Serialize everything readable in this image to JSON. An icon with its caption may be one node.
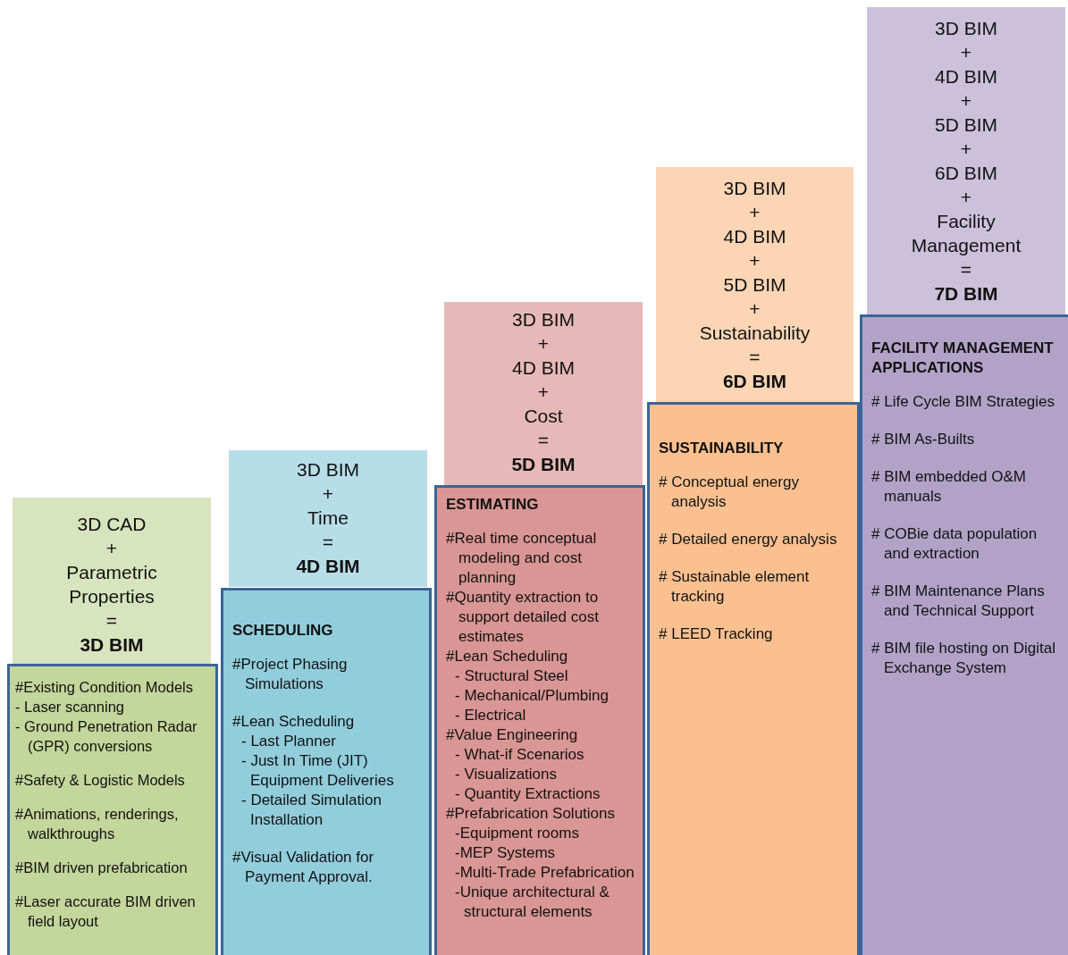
{
  "diagram": {
    "nodes": [
      {
        "text": [
          "3D CAD",
          "+",
          "Parametric Properties",
          "=",
          "3D BIM"
        ]
      },
      {
        "text": [
          "3D BIM",
          "+",
          "Time",
          "=",
          "4D BIM"
        ]
      },
      {
        "text": [
          "3D BIM",
          "+",
          "4D BIM",
          "+",
          "Cost",
          "=",
          "5D BIM"
        ]
      },
      {
        "text": [
          "3D BIM",
          "+",
          "4D BIM",
          "+",
          "5D BIM",
          "+",
          "Sustainability",
          "=",
          "6D BIM"
        ]
      },
      {
        "text": [
          "3D BIM",
          "+",
          "4D BIM",
          "+",
          "5D BIM",
          "+",
          "6D BIM",
          "+",
          "Facility Management",
          "=",
          "7D BIM"
        ]
      },
      {
        "text": [
          "#Existing Condition Models",
          "- Laser scanning",
          "- Ground Penetration Radar (GPR) conversions",
          "#Safety & Logistic Models",
          "#Animations, renderings, walkthroughs",
          "#BIM driven prefabrication",
          "#Laser accurate BIM driven field layout"
        ]
      },
      {
        "text": [
          "SCHEDULING",
          "#Project Phasing Simulations",
          "#Lean Scheduling",
          "- Last Planner",
          "- Just In Time (JIT) Equipment Deliveries",
          "- Detailed Simulation Installation",
          "#Visual Validation for Payment Approval."
        ]
      },
      {
        "text": [
          "ESTIMATING",
          "#Real time conceptual modeling and cost planning",
          "#Quantity extraction to support detailed cost estimates",
          "#Lean Scheduling",
          "- Structural Steel",
          "- Mechanical/Plumbing",
          "- Electrical",
          "#Value Engineering",
          "- What-if Scenarios",
          "- Visualizations",
          "- Quantity Extractions",
          "#Prefabrication Solutions",
          "-Equipment rooms",
          "-MEP Systems",
          "-Multi-Trade Prefabrication",
          "-Unique architectural & structural elements"
        ]
      },
      {
        "text": [
          "SUSTAINABILITY",
          "# Conceptual energy analysis",
          "# Detailed energy analysis",
          "# Sustainable element tracking",
          "# LEED Tracking"
        ]
      },
      {
        "text": [
          "FACILITY MANAGEMENT APPLICATIONS",
          "# Life Cycle BIM Strategies",
          "# BIM As-Builts",
          "# BIM embedded O&M manuals",
          "# COBie data population and extraction",
          "# BIM Maintenance Plans and Technical Support",
          "# BIM file hosting on Digital Exchange System"
        ]
      }
    ]
  }
}
